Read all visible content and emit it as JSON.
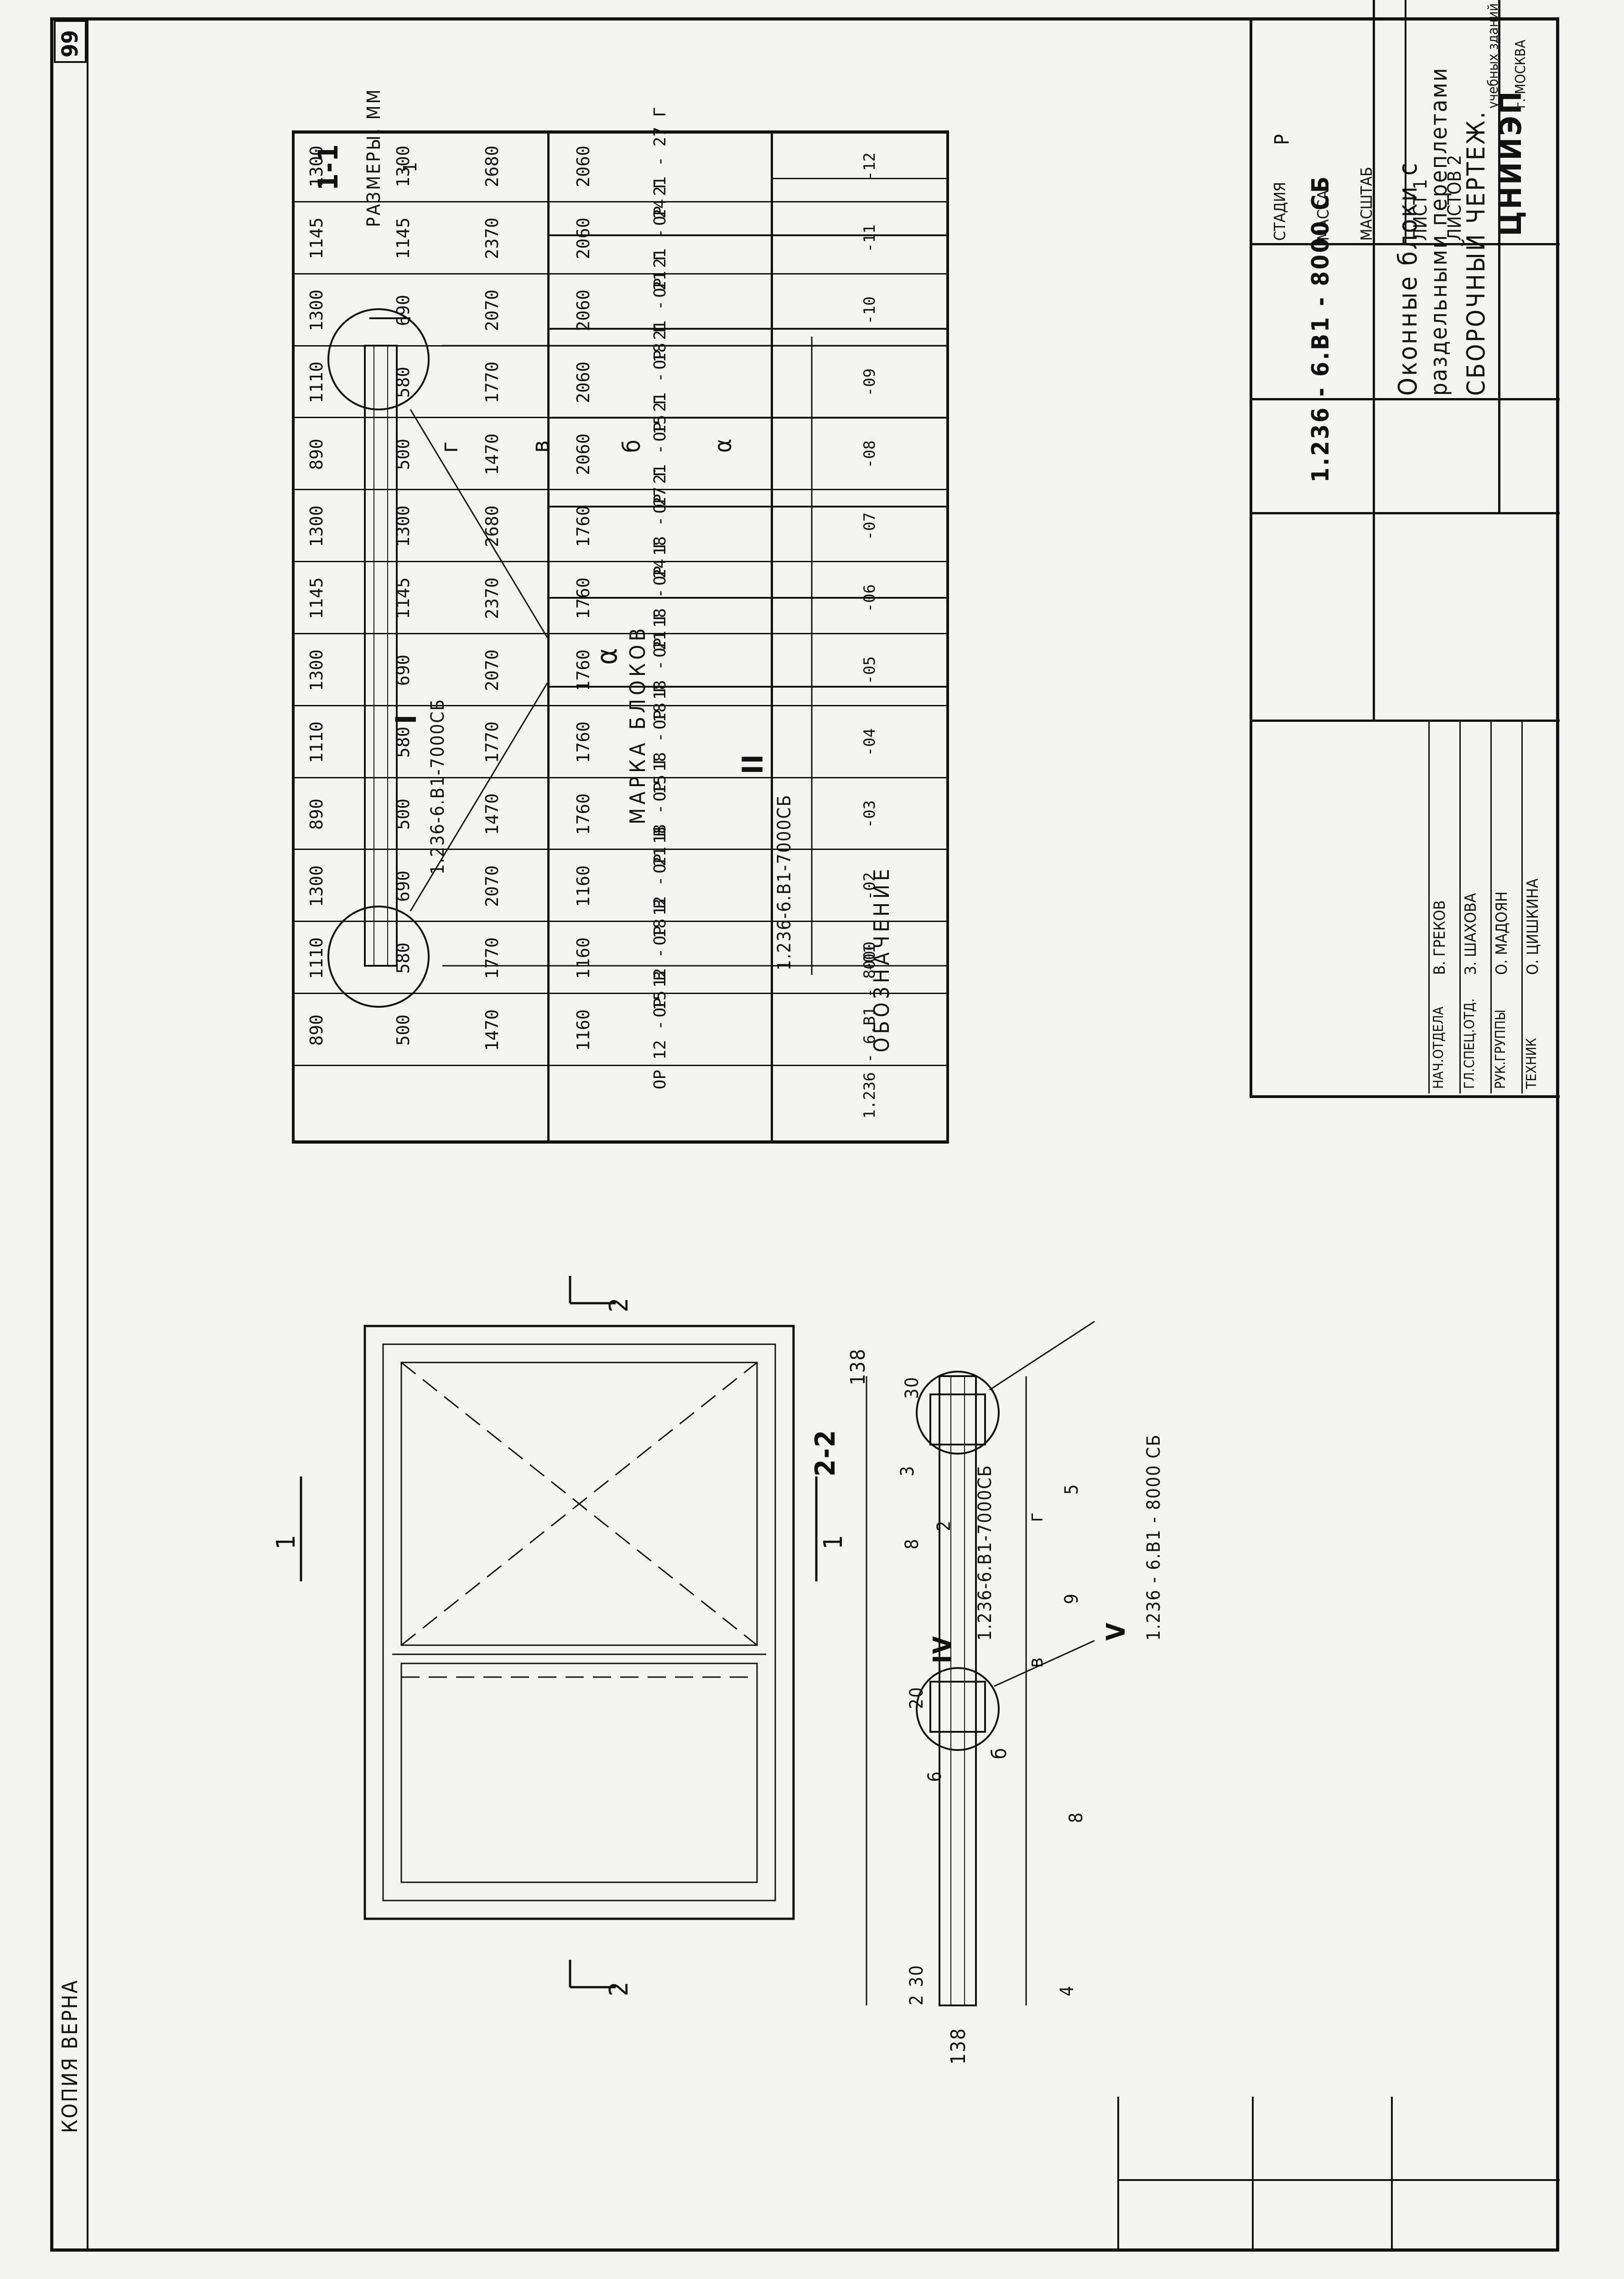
{
  "corner": {
    "page_number": "99",
    "copy_stamp": "КОПИЯ  ВЕРНА"
  },
  "table": {
    "headers": {
      "designation": "ОБОЗНАЧЕНИЕ",
      "mark": "МАРКА БЛОКОВ",
      "dims": "РАЗМЕРЫ, ММ",
      "a": "α",
      "b": "б",
      "v": "в",
      "g": "г"
    },
    "rows": [
      {
        "designation": "1.236 - 6.В1 - 8000",
        "mark": "ОР 12 - 15 В",
        "a": "1160",
        "b": "1470",
        "v": "500",
        "g": "890"
      },
      {
        "designation": "-01",
        "mark": "ОР 12 - 18 В",
        "a": "1160",
        "b": "1770",
        "v": "580",
        "g": "1110"
      },
      {
        "designation": "-02",
        "mark": "ОР 12 - 21 В",
        "a": "1160",
        "b": "2070",
        "v": "690",
        "g": "1300"
      },
      {
        "designation": "-03",
        "mark": "ОР 18 - 15 Г",
        "a": "1760",
        "b": "1470",
        "v": "500",
        "g": "890"
      },
      {
        "designation": "-04",
        "mark": "ОР 18 - 18 Г",
        "a": "1760",
        "b": "1770",
        "v": "580",
        "g": "1110"
      },
      {
        "designation": "-05",
        "mark": "ОР 18 - 21 Г",
        "a": "1760",
        "b": "2070",
        "v": "690",
        "g": "1300"
      },
      {
        "designation": "-06",
        "mark": "ОР 18 - 24 Г",
        "a": "1760",
        "b": "2370",
        "v": "1145",
        "g": "1145"
      },
      {
        "designation": "-07",
        "mark": "ОР 18 - 27 Г",
        "a": "1760",
        "b": "2680",
        "v": "1300",
        "g": "1300"
      },
      {
        "designation": "-08",
        "mark": "ОР 21 - 15 Г",
        "a": "2060",
        "b": "1470",
        "v": "500",
        "g": "890"
      },
      {
        "designation": "-09",
        "mark": "ОР 21 - 18 Г",
        "a": "2060",
        "b": "1770",
        "v": "580",
        "g": "1110"
      },
      {
        "designation": "-10",
        "mark": "ОР 21 - 21 Г",
        "a": "2060",
        "b": "2070",
        "v": "690",
        "g": "1300"
      },
      {
        "designation": "-11",
        "mark": "ОР 21 - 24 Г",
        "a": "2060",
        "b": "2370",
        "v": "1145",
        "g": "1145"
      },
      {
        "designation": "-12",
        "mark": "ОР 21 - 27 Г",
        "a": "2060",
        "b": "2680",
        "v": "1300",
        "g": "1300"
      }
    ]
  },
  "title_block": {
    "code": "1.236 - 6.В1 - 8000 СБ",
    "name_line1": "Оконные  блоки  с",
    "name_line2": "раздельными  переплетами",
    "doc_type": "СБОРОЧНЫЙ  ЧЕРТЕЖ.",
    "stage_label": "СТАДИЯ",
    "mass_label": "МАССА",
    "scale_label": "МАСШТАБ",
    "stage_value": "Р",
    "sheet_label": "ЛИСТ 1",
    "sheets_label": "ЛИСТОВ 2",
    "org_name": "ЦНИИЭП",
    "org_sub1": "учебных  зданий",
    "org_sub2": "г. МОСКВА",
    "people": [
      {
        "role": "НАЧ.ОТДЕЛА",
        "name": "В. ГРЕКОВ"
      },
      {
        "role": "ГЛ.СПЕЦ.ОТД.",
        "name": "З. ШАХОВА"
      },
      {
        "role": "РУК.ГРУППЫ",
        "name": "О. МАДОЯН"
      },
      {
        "role": "ТЕХНИК",
        "name": "О. ЦИШКИНА"
      }
    ]
  },
  "drawing": {
    "section_11_label": "1-1",
    "section_22_label": "2-2",
    "cut_1": "1",
    "cut_2": "2",
    "ref_I": "I",
    "ref_II": "II",
    "ref_IV": "IV",
    "ref_V": "V",
    "ref_I_code": "1.236-6.В1-7000СБ",
    "ref_II_code": "1.236-6.В1-7000СБ",
    "ref_IV_code": "1.236-6.В1-7000СБ",
    "ref_V_code": "1.236 - 6.В1 - 8000 СБ",
    "dim_a": "α",
    "dim_138_a": "138",
    "dim_138_b": "138",
    "dim_b": "б",
    "dim_v": "в",
    "dim_g": "г",
    "dim_30_left": "30",
    "dim_30_right": "30",
    "dim_20": "20",
    "pos_1": "1",
    "pos_2": "2",
    "pos_2b": "2",
    "pos_3": "3",
    "pos_4": "4",
    "pos_5": "5",
    "pos_6": "6",
    "pos_8a": "8",
    "pos_8b": "8",
    "pos_9": "9"
  }
}
